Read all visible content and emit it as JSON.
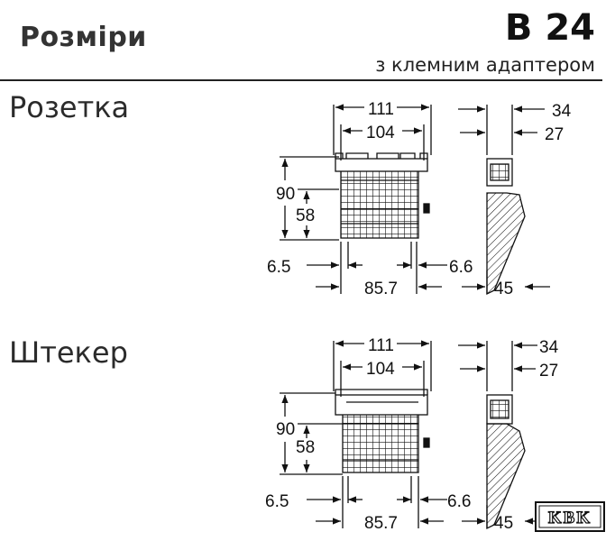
{
  "header": {
    "title": "Розміри",
    "code": "B 24",
    "subtitle": "з клемним адаптером"
  },
  "sections": [
    {
      "label": "Розетка",
      "dims": {
        "w_outer": "111",
        "w_inner": "104",
        "h_total": "90",
        "h_body": "58",
        "left_off": "6.5",
        "right_off": "6.6",
        "base": "85.7",
        "side_outer": "34",
        "side_inner": "27",
        "side_depth": "45"
      }
    },
    {
      "label": "Штекер",
      "dims": {
        "w_outer": "111",
        "w_inner": "104",
        "h_total": "90",
        "h_body": "58",
        "left_off": "6.5",
        "right_off": "6.6",
        "base": "85.7",
        "side_outer": "34",
        "side_inner": "27",
        "side_depth": "45"
      }
    }
  ],
  "logo": {
    "text": "KBK"
  },
  "colors": {
    "line": "#111111",
    "rule": "#222222"
  }
}
